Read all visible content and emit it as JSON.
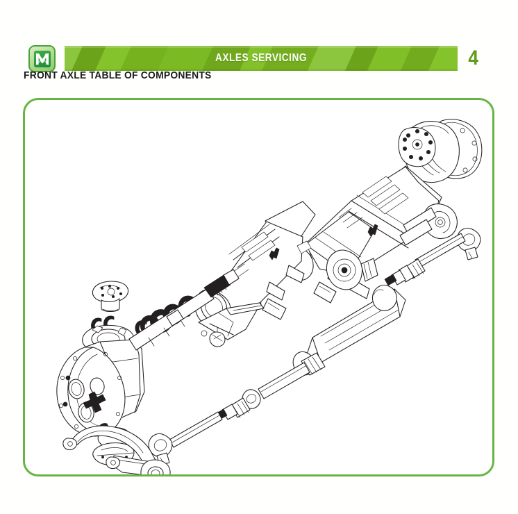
{
  "document": {
    "page_background": "#ffffff"
  },
  "header": {
    "logo": {
      "icon": "brand-monogram-logo",
      "letter": "M",
      "border_color": "#49a33e",
      "fill_color": "#8fc96a"
    },
    "banner": {
      "title": "AXLES SERVICING",
      "base_color": "#78be20",
      "stripe_colors": [
        "#8cc63f",
        "#76b11e",
        "#6ba41b",
        "#84c32c",
        "#5f9c19"
      ],
      "text_color": "#ffffff"
    },
    "chapter_number": "4",
    "chapter_number_color": "#5f9c19"
  },
  "section": {
    "title": "FRONT AXLE TABLE OF COMPONENTS",
    "title_color": "#1b1b1b"
  },
  "diagram": {
    "name": "front-axle-exploded-view",
    "frame_border_color": "#66b544",
    "line_color": "#231f20",
    "background": "#ffffff",
    "components": [
      {
        "id": "steering-knuckle-hub-assembly",
        "label": "Steering knuckle and wheel hub assembly",
        "position": "lower-left"
      },
      {
        "id": "seal-and-snap-ring-set",
        "label": "Seals and snap rings",
        "position": "center-left"
      },
      {
        "id": "axle-trumpet-housing",
        "label": "Axle trumpet housing",
        "position": "center"
      },
      {
        "id": "drain-plug",
        "label": "Drain plug",
        "position": "center-lower"
      },
      {
        "id": "differential-axle-housing",
        "label": "Differential and axle housing assembly",
        "position": "upper-right"
      },
      {
        "id": "hydraulic-steering-cylinder",
        "label": "Hydraulic steering cylinder with tie rod ends",
        "position": "lower-right"
      },
      {
        "id": "steering-arm",
        "label": "Steering arm",
        "position": "bottom-left"
      }
    ],
    "embossed_logo_mark": "M"
  }
}
